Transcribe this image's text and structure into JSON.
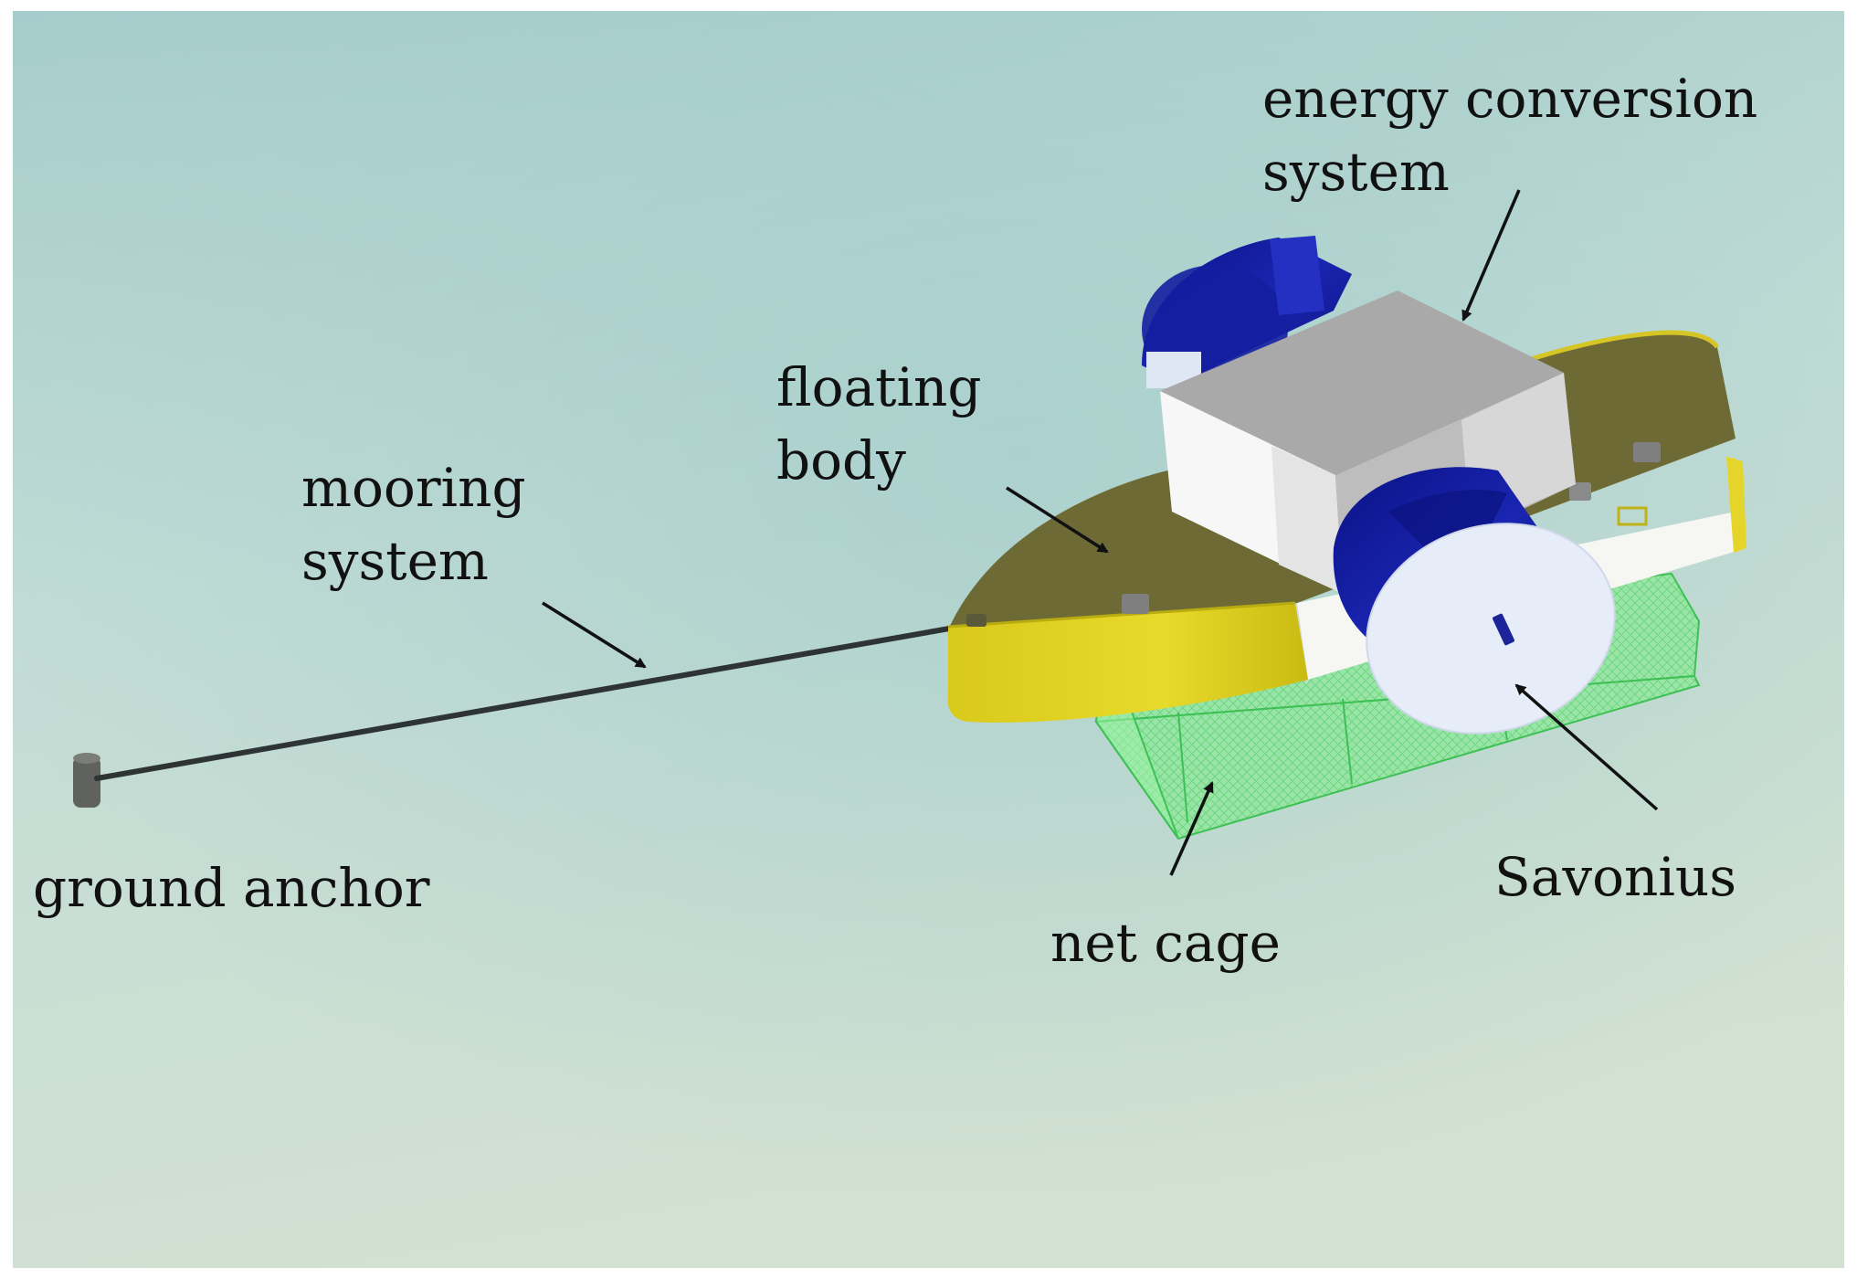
{
  "labels": {
    "energy_conversion_line1": "energy conversion",
    "energy_conversion_line2": "system",
    "floating_body_line1": "floating",
    "floating_body_line2": "body",
    "mooring_line1": "mooring",
    "mooring_line2": "system",
    "ground_anchor": "ground anchor",
    "net_cage": "net cage",
    "savonius": "Savonius"
  },
  "colors": {
    "hull_side": "#e3d421",
    "deck": "#6e6a35",
    "hull_white": "#f6f6f2",
    "housing_top": "#a9a9a9",
    "rotor_blue": "#10189a",
    "endplate": "#e6ecf8",
    "net_green": "#7fe38c",
    "mooring_line": "#2e3433",
    "background_top": "#a6cdcb",
    "background_bottom": "#cfdfd0"
  }
}
